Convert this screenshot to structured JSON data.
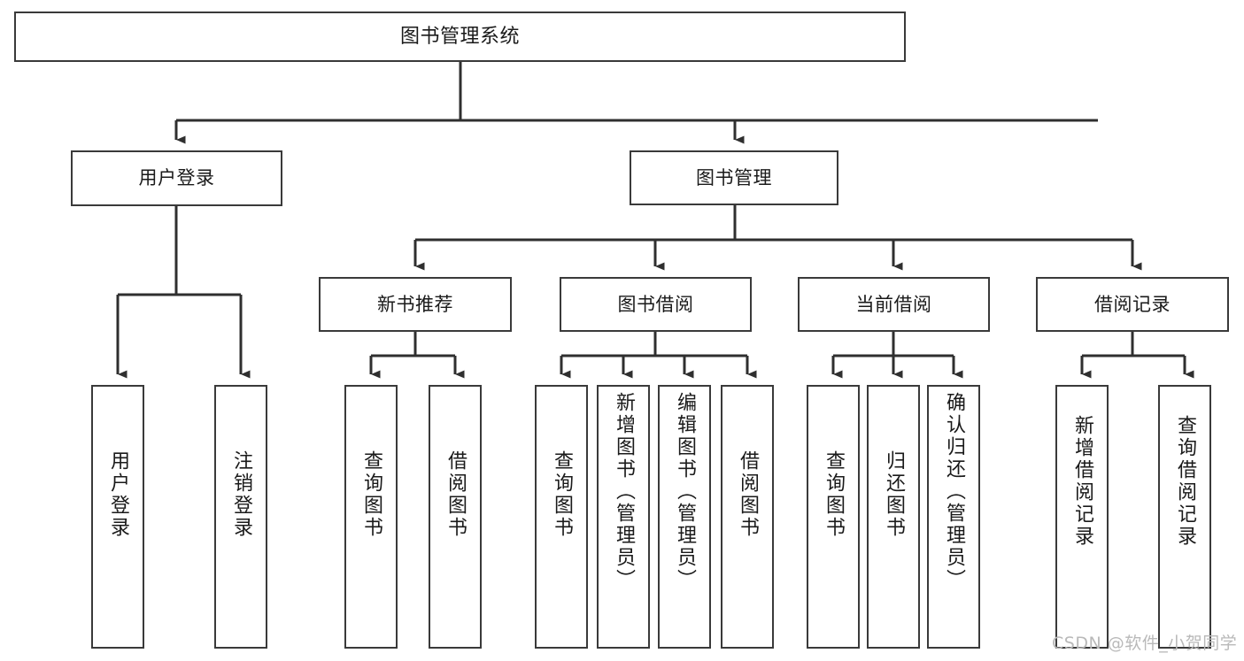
{
  "diagram": {
    "title": "图书管理系统",
    "type": "tree-hierarchy",
    "watermark": "CSDN @软件_小贺同学",
    "colors": {
      "box_border": "#3a3a3a",
      "box_fill": "#ffffff",
      "connector": "#2f2f2f",
      "text": "#1a1a1a",
      "watermark": "#b9b9b9",
      "background": "#ffffff"
    }
  },
  "nodes": {
    "root": {
      "label": "图书管理系统"
    },
    "level2": [
      {
        "id": "user-login",
        "label": "用户登录"
      },
      {
        "id": "book-management",
        "label": "图书管理"
      }
    ],
    "level3": [
      {
        "id": "new-book-recommend",
        "label": "新书推荐"
      },
      {
        "id": "book-borrow",
        "label": "图书借阅"
      },
      {
        "id": "current-borrow",
        "label": "当前借阅"
      },
      {
        "id": "borrow-record",
        "label": "借阅记录"
      }
    ],
    "leaves": {
      "user-login": [
        {
          "id": "leaf-user-login",
          "label": "用户登录"
        },
        {
          "id": "leaf-logout",
          "label": "注销登录"
        }
      ],
      "new-book-recommend": [
        {
          "id": "leaf-query-book-1",
          "label": "查询图书"
        },
        {
          "id": "leaf-borrow-book-1",
          "label": "借阅图书"
        }
      ],
      "book-borrow": [
        {
          "id": "leaf-query-book-2",
          "label": "查询图书"
        },
        {
          "id": "leaf-add-book",
          "label": "新增图书（管理员）"
        },
        {
          "id": "leaf-edit-book",
          "label": "编辑图书（管理员）"
        },
        {
          "id": "leaf-borrow-book-2",
          "label": "借阅图书"
        }
      ],
      "current-borrow": [
        {
          "id": "leaf-query-book-3",
          "label": "查询图书"
        },
        {
          "id": "leaf-return-book",
          "label": "归还图书"
        },
        {
          "id": "leaf-confirm-return",
          "label": "确认归还（管理员）"
        }
      ],
      "borrow-record": [
        {
          "id": "leaf-add-record",
          "label": "新增借阅记录"
        },
        {
          "id": "leaf-query-record",
          "label": "查询借阅记录"
        }
      ]
    }
  }
}
